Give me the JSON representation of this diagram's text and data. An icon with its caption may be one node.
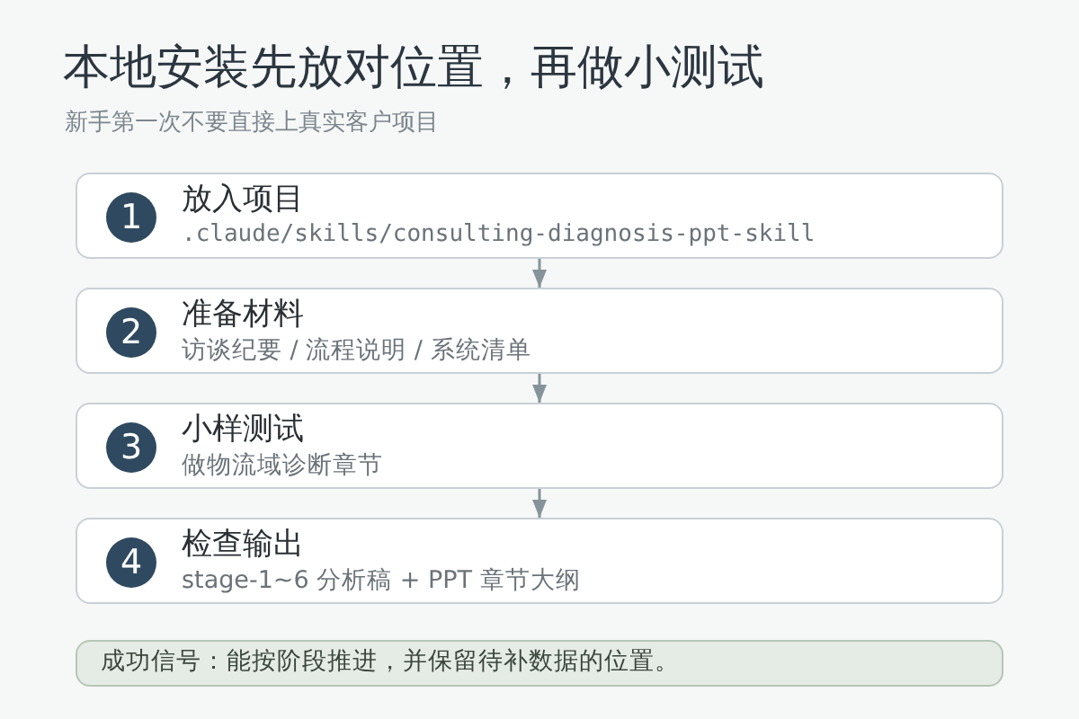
{
  "diagram": {
    "title": "本地安装先放对位置，再做小测试",
    "nodes": [
      {
        "text": [
          "放入项目",
          ".claude/skills/consulting-diagnosis-ppt-skill"
        ]
      },
      {
        "text": [
          "1"
        ],
        "in": 0
      },
      {
        "text": [
          "准备材料",
          "访谈纪要 / 流程说明 / 系统清单"
        ]
      },
      {
        "text": [
          "2"
        ],
        "in": 2
      },
      {
        "text": [
          "小样测试",
          "做物流域诊断章节"
        ]
      },
      {
        "text": [
          "3"
        ],
        "in": 4
      },
      {
        "text": [
          "检查输出",
          "stage-1~6 分析稿 + PPT 章节大纲"
        ]
      },
      {
        "text": [
          "4"
        ],
        "in": 6
      },
      {
        "text": [
          "成功信号：能按阶段推进，并保留待补数据的位置。"
        ]
      }
    ],
    "edges": [
      {
        "from": 0,
        "to": 2,
        "arrow": "to"
      },
      {
        "from": 2,
        "to": 4,
        "arrow": "to"
      },
      {
        "from": 4,
        "to": 6,
        "arrow": "to"
      }
    ],
    "labels": [
      "新手第一次不要直接上真实客户项目"
    ]
  }
}
